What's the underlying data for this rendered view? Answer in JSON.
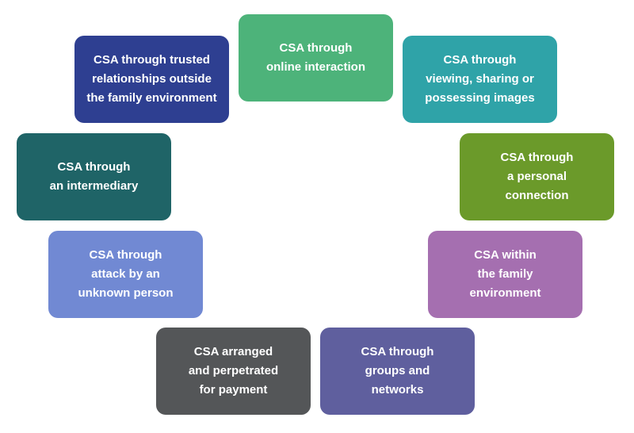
{
  "boxes": [
    {
      "id": "online",
      "label": "CSA through\nonline interaction",
      "color": "#4db37a"
    },
    {
      "id": "images",
      "label": "CSA through\nviewing, sharing or\npossessing images",
      "color": "#2fa3a8"
    },
    {
      "id": "personal",
      "label": "CSA through\na personal\nconnection",
      "color": "#6b9a2a"
    },
    {
      "id": "family",
      "label": "CSA within\nthe family\nenvironment",
      "color": "#a56fb0"
    },
    {
      "id": "groups",
      "label": "CSA through\ngroups and\nnetworks",
      "color": "#5f5f9e"
    },
    {
      "id": "payment",
      "label": "CSA arranged\nand perpetrated\nfor payment",
      "color": "#545658"
    },
    {
      "id": "attack",
      "label": "CSA through\nattack by an\nunknown person",
      "color": "#7189d3"
    },
    {
      "id": "inter",
      "label": "CSA through\nan intermediary",
      "color": "#1f6467"
    },
    {
      "id": "trusted",
      "label": "CSA through trusted\nrelationships outside\nthe family environment",
      "color": "#2e3f91"
    }
  ]
}
